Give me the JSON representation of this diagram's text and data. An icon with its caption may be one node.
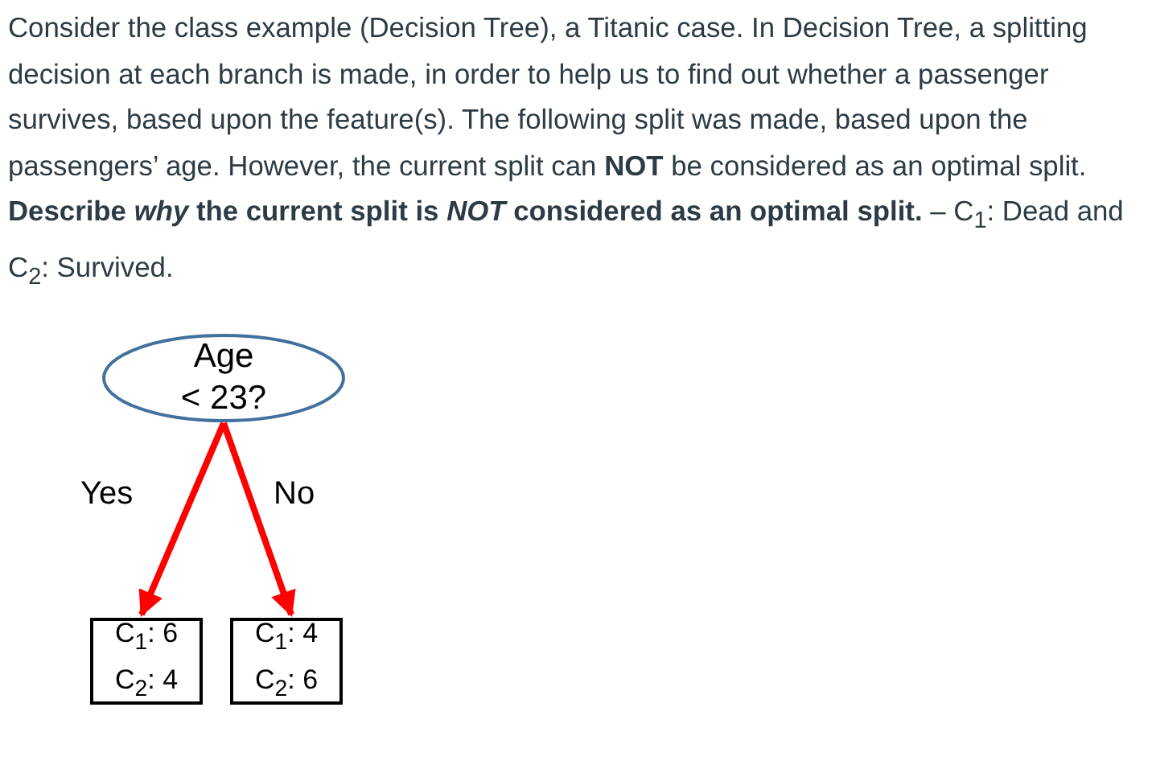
{
  "diagram": {
    "nodes": [
      {
        "text": [
          "Age < 23?"
        ]
      },
      {
        "text": [
          "C$_{1}$: 6 C$_{2}$: 4"
        ]
      },
      {
        "text": [
          "C$_{1}$: 4 C$_{2}$: 6"
        ]
      }
    ],
    "edges": [
      {
        "from": 0,
        "to": 1,
        "arrow": "to",
        "label": "Yes",
        "color": "#ff0000"
      },
      {
        "from": 0,
        "to": 2,
        "arrow": "to",
        "label": "No",
        "color": "#ff0000"
      }
    ],
    "labels": [
      "Consider the class example (Decision Tree), a Titanic case. In Decision Tree, a splitting decision at each branch is made, in order to help us to find out whether a passenger survives, based upon the feature(s). The following split was made, based upon the passengers’ age. However, the current split can **NOT** be considered as an optimal split. **Describe *why* the current split is *NOT* considered as an optimal split.** – C$_{1}$: Dead and C$_{2}$: Survived."
    ]
  }
}
